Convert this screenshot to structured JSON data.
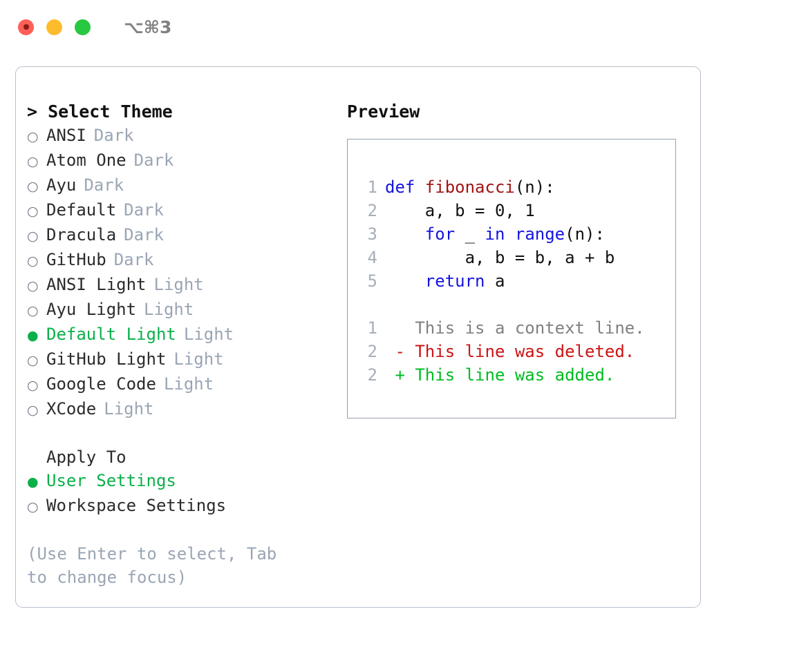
{
  "titlebar": {
    "shortcut": "⌥⌘3",
    "buttons": [
      {
        "name": "close",
        "color": "#ff5f57"
      },
      {
        "name": "minimize",
        "color": "#fdbc2c"
      },
      {
        "name": "zoom",
        "color": "#28c840"
      }
    ]
  },
  "colors": {
    "accent_green": "#0bb04a",
    "muted": "#9aa5b5",
    "keyword_blue": "#1414dd",
    "function_red": "#a01414",
    "diff_delete": "#cc1414",
    "diff_add": "#00bb22",
    "panel_border": "#b9c0cc",
    "code_border": "#95a0b0"
  },
  "theme_list": {
    "header": "> Select Theme",
    "marker_unselected": "○",
    "marker_selected": "●",
    "items": [
      {
        "label": "ANSI",
        "tag": "Dark",
        "selected": false
      },
      {
        "label": "Atom One",
        "tag": "Dark",
        "selected": false
      },
      {
        "label": "Ayu",
        "tag": "Dark",
        "selected": false
      },
      {
        "label": "Default",
        "tag": "Dark",
        "selected": false
      },
      {
        "label": "Dracula",
        "tag": "Dark",
        "selected": false
      },
      {
        "label": "GitHub",
        "tag": "Dark",
        "selected": false
      },
      {
        "label": "ANSI Light",
        "tag": "Light",
        "selected": false
      },
      {
        "label": "Ayu Light",
        "tag": "Light",
        "selected": false
      },
      {
        "label": "Default Light",
        "tag": "Light",
        "selected": true
      },
      {
        "label": "GitHub Light",
        "tag": "Light",
        "selected": false
      },
      {
        "label": "Google Code",
        "tag": "Light",
        "selected": false
      },
      {
        "label": "XCode",
        "tag": "Light",
        "selected": false
      }
    ]
  },
  "apply_to": {
    "header": "Apply To",
    "items": [
      {
        "label": "User Settings",
        "selected": true
      },
      {
        "label": "Workspace Settings",
        "selected": false
      }
    ]
  },
  "hint": "(Use Enter to select, Tab to change focus)",
  "preview": {
    "title": "Preview",
    "code_lines": [
      {
        "number": "1",
        "tokens": [
          {
            "text": "def",
            "type": "kw"
          },
          {
            "text": " ",
            "type": "plain"
          },
          {
            "text": "fibonacci",
            "type": "fn"
          },
          {
            "text": "(n):",
            "type": "plain"
          }
        ]
      },
      {
        "number": "2",
        "tokens": [
          {
            "text": "    a, b = 0, 1",
            "type": "plain"
          }
        ]
      },
      {
        "number": "3",
        "tokens": [
          {
            "text": "    ",
            "type": "plain"
          },
          {
            "text": "for",
            "type": "kw"
          },
          {
            "text": " _ ",
            "type": "plain"
          },
          {
            "text": "in",
            "type": "kw"
          },
          {
            "text": " ",
            "type": "plain"
          },
          {
            "text": "range",
            "type": "kw"
          },
          {
            "text": "(n):",
            "type": "plain"
          }
        ]
      },
      {
        "number": "4",
        "tokens": [
          {
            "text": "        a, b = b, a + b",
            "type": "plain"
          }
        ]
      },
      {
        "number": "5",
        "tokens": [
          {
            "text": "    ",
            "type": "plain"
          },
          {
            "text": "return",
            "type": "kw"
          },
          {
            "text": " a",
            "type": "plain"
          }
        ]
      }
    ],
    "diff_lines": [
      {
        "number": "1",
        "marker": " ",
        "text": "This is a context line.",
        "kind": "ctx"
      },
      {
        "number": "2",
        "marker": "-",
        "text": "This line was deleted.",
        "kind": "del"
      },
      {
        "number": "2",
        "marker": "+",
        "text": "This line was added.",
        "kind": "add"
      }
    ]
  }
}
